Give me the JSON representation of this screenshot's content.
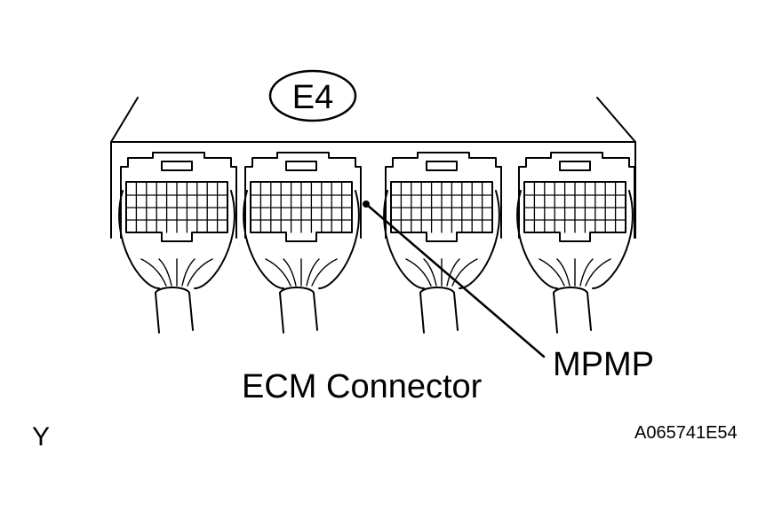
{
  "connector_id": "E4",
  "caption": "ECM Connector",
  "pin_callout": "MPMP",
  "view_letter": "Y",
  "figure_code": "A065741E54"
}
